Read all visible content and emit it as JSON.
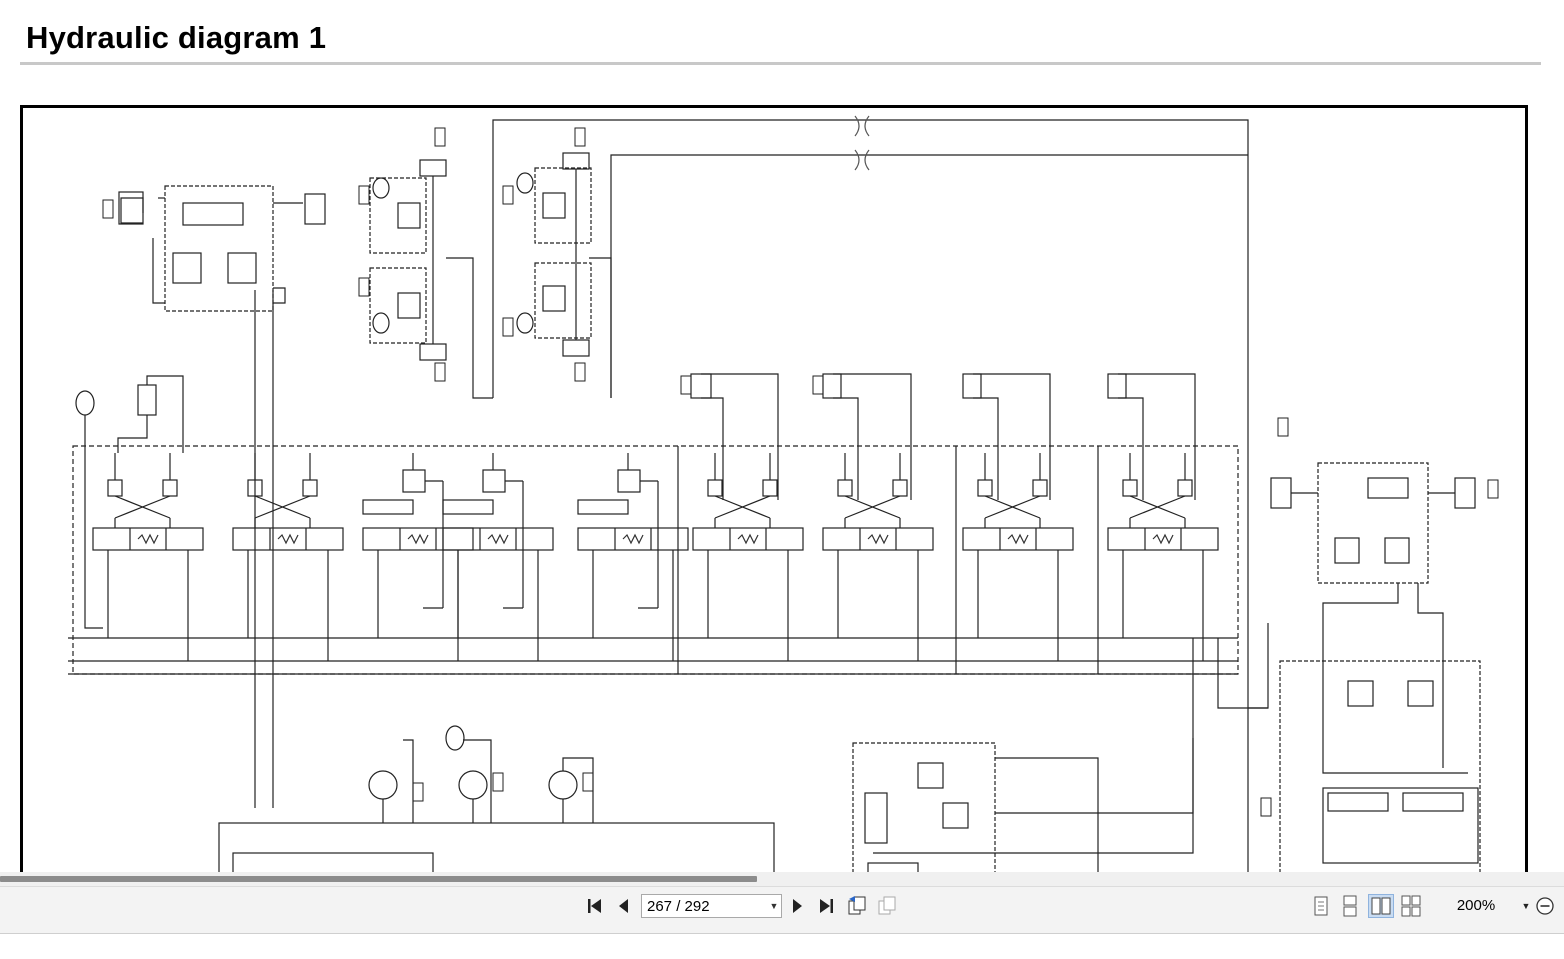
{
  "document": {
    "title": "Hydraulic diagram 1"
  },
  "toolbar": {
    "page_current": "267",
    "page_separator": "/",
    "page_total": "292",
    "page_value": "267 / 292",
    "zoom": "200%",
    "icons": {
      "first": "first-page-icon",
      "prev": "previous-page-icon",
      "next": "next-page-icon",
      "last": "last-page-icon",
      "back": "previous-view-icon",
      "forward": "next-view-icon",
      "single": "single-page-icon",
      "continuous": "continuous-page-icon",
      "facing": "facing-pages-icon",
      "continuous_facing": "continuous-facing-icon",
      "zoom_dd": "zoom-dropdown-icon",
      "zoom_out": "zoom-out-icon"
    }
  },
  "scrollbar": {
    "position_fraction": 0.0,
    "visible_fraction": 0.48
  }
}
